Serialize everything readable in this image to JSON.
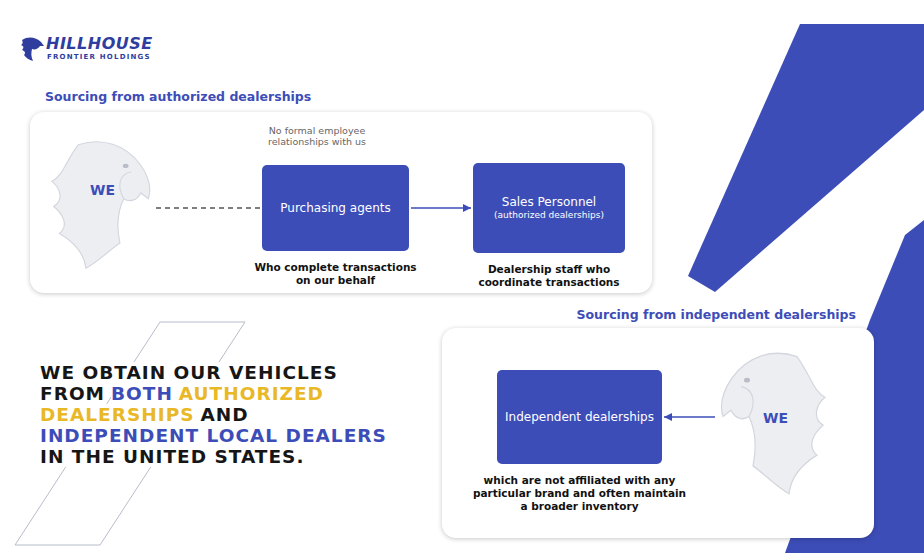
{
  "diagram": {
    "nodes": [
      {
        "text": [
          "Sourcing from authorized dealerships"
        ]
      },
      {
        "text": [
          "WE"
        ],
        "in": 0
      },
      {
        "text": [
          "Purchasing agents",
          "Who complete transactions on our behalf"
        ],
        "in": 0
      },
      {
        "text": [
          "Sales Personnel",
          "(authorized dealerships)",
          "Dealership staff who coordinate transactions"
        ],
        "in": 0
      },
      {
        "text": [
          "Sourcing from independent dealerships"
        ]
      },
      {
        "text": [
          "Independent dealerships",
          "which are not affiliated with any particular brand and often maintain a broader inventory"
        ],
        "in": 4
      },
      {
        "text": [
          "WE"
        ],
        "in": 4
      }
    ],
    "edges": [
      {
        "from": 1,
        "to": 2,
        "arrow": "none"
      },
      {
        "from": 2,
        "to": 3,
        "arrow": "to"
      },
      {
        "from": 6,
        "to": 5,
        "arrow": "to"
      }
    ],
    "labels": [
      "HILLHOUSE",
      "FRONTIER HOLDINGS",
      "No formal employee relationships with us",
      "WE OBTAIN OUR VEHICLES",
      "FROM",
      "BOTH",
      "AUTHORIZED",
      "DEALERSHIPS",
      "AND",
      "INDEPENDENT LOCAL DEALERS",
      "IN THE UNITED STATES."
    ]
  }
}
